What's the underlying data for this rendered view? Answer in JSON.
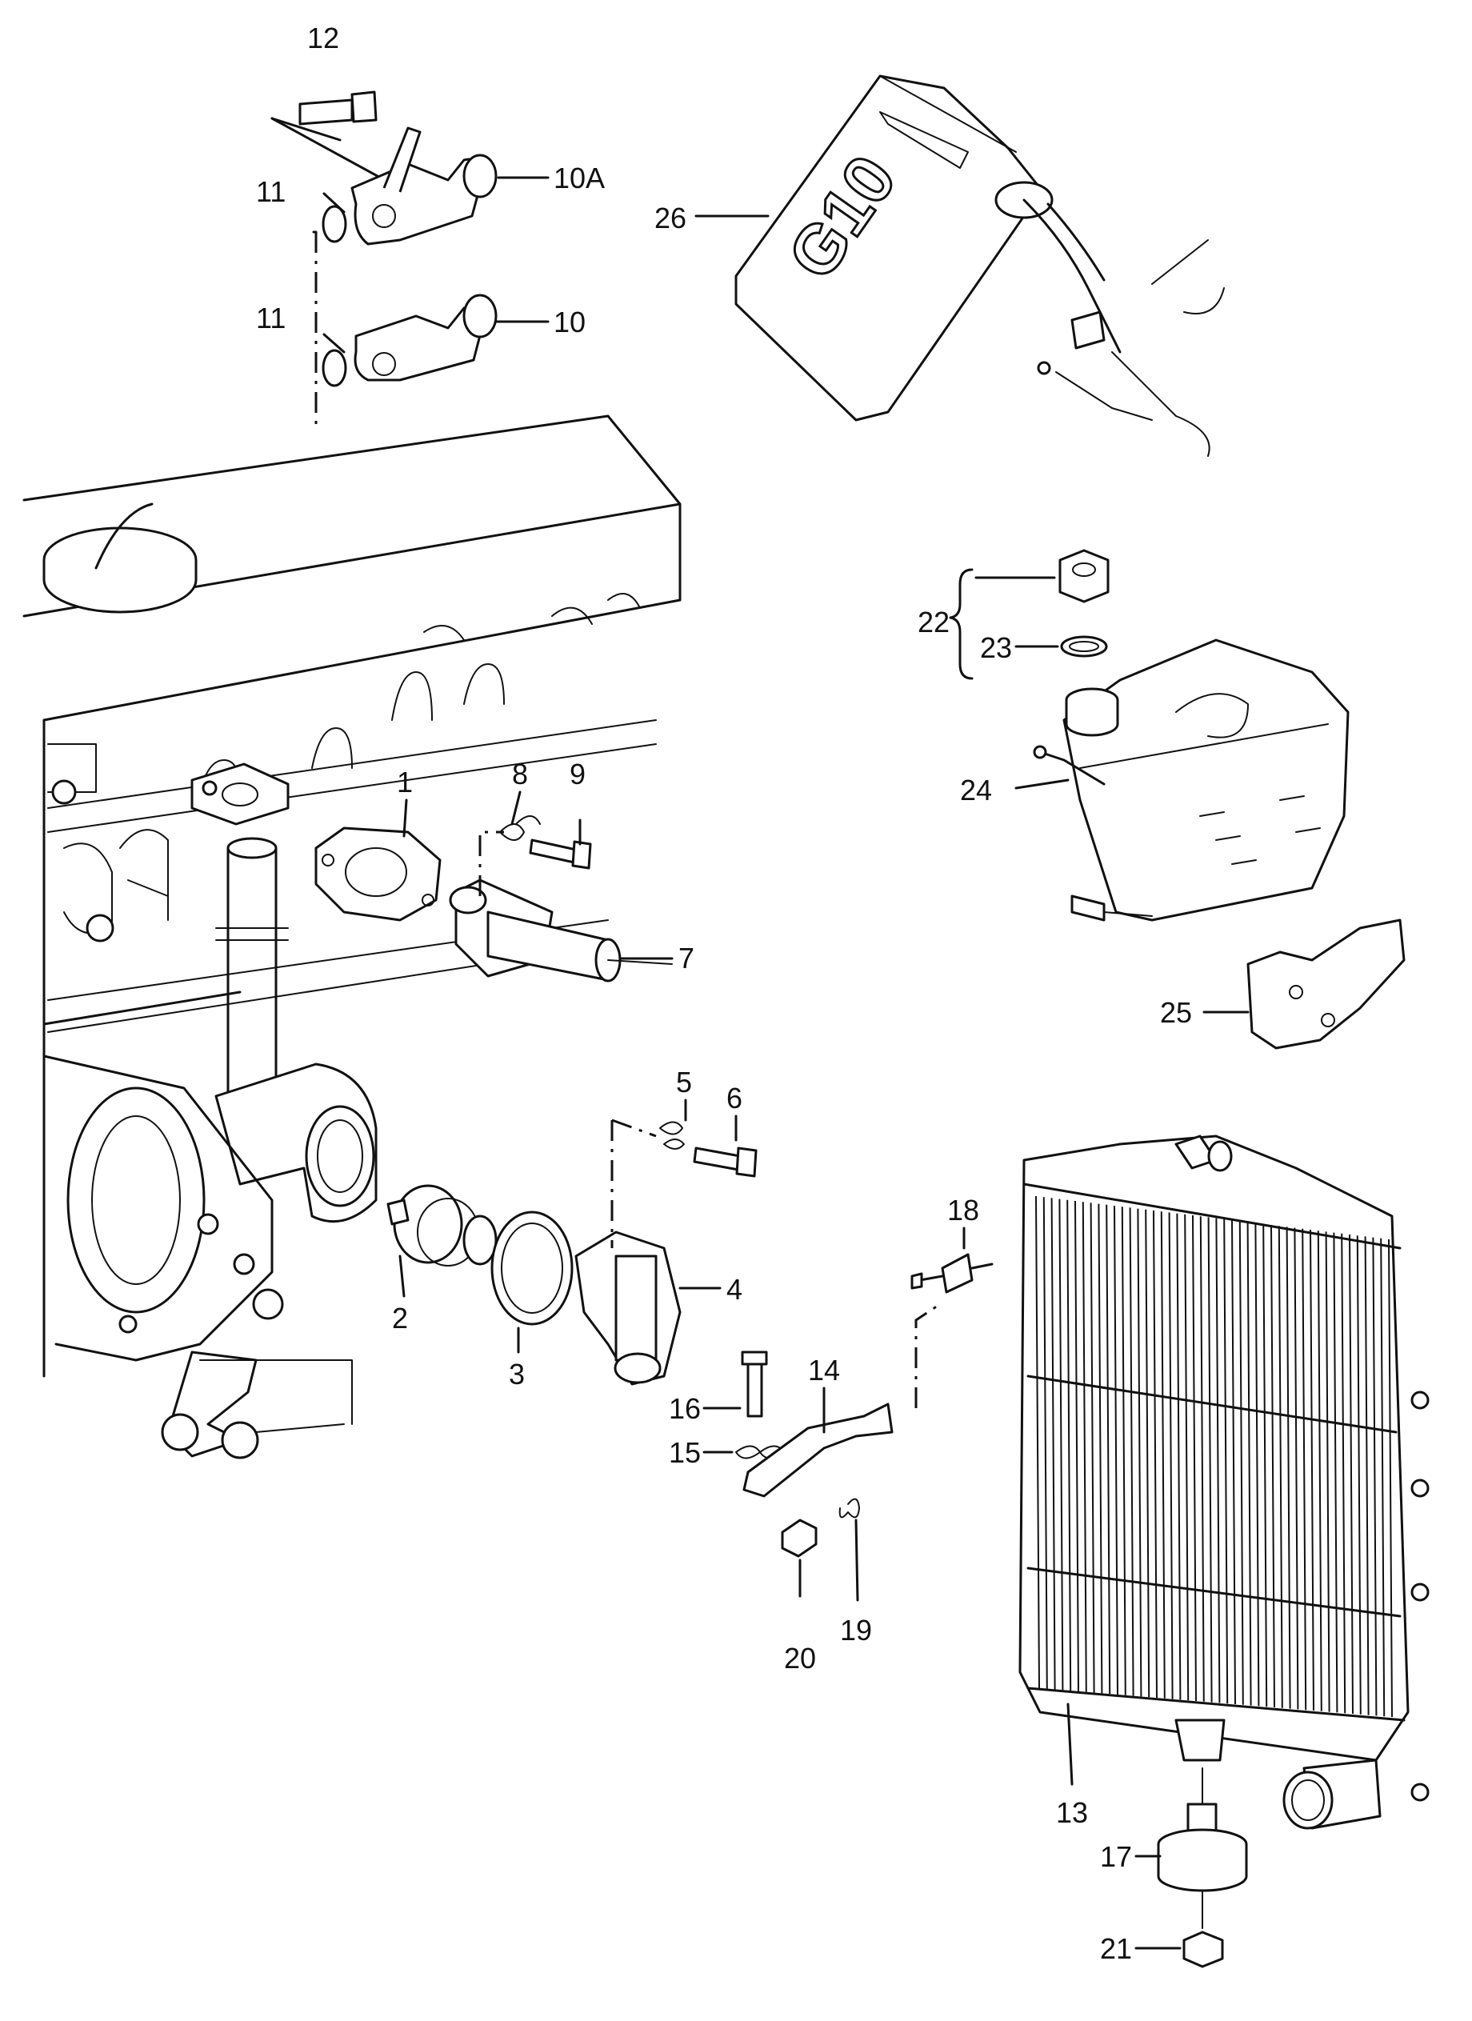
{
  "callouts": {
    "c1": "1",
    "c2": "2",
    "c3": "3",
    "c4": "4",
    "c5": "5",
    "c6": "6",
    "c7": "7",
    "c8": "8",
    "c9": "9",
    "c10": "10",
    "c10a": "10A",
    "c11a": "11",
    "c11b": "11",
    "c12": "12",
    "c13": "13",
    "c14": "14",
    "c15": "15",
    "c16": "16",
    "c17": "17",
    "c18": "18",
    "c19": "19",
    "c20": "20",
    "c21": "21",
    "c22": "22",
    "c23": "23",
    "c24": "24",
    "c25": "25",
    "c26": "26"
  },
  "canister_marking": "G10"
}
